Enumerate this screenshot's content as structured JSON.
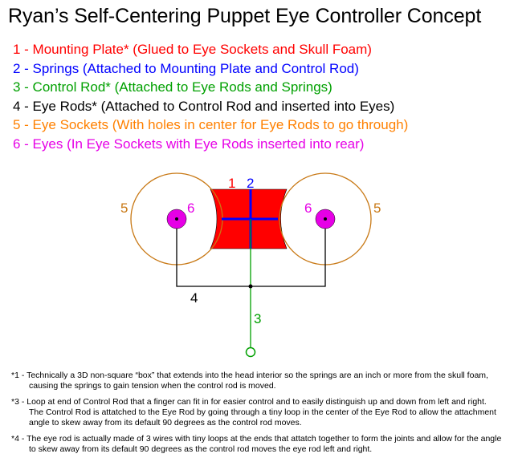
{
  "title": "Ryan’s Self-Centering Puppet Eye Controller Concept",
  "legend": [
    {
      "text": "1 - Mounting Plate* (Glued to Eye Sockets and Skull Foam)",
      "color": "#ff0000"
    },
    {
      "text": "2 - Springs (Attached to Mounting Plate and Control Rod)",
      "color": "#0000ff"
    },
    {
      "text": "3 - Control Rod* (Attached to Eye Rods and Springs)",
      "color": "#00a000"
    },
    {
      "text": "4 - Eye Rods* (Attached to Control Rod and inserted into Eyes)",
      "color": "#000000"
    },
    {
      "text": "5 - Eye Sockets (With holes in center for Eye Rods to go through)",
      "color": "#ff8000"
    },
    {
      "text": "6 - Eyes (In Eye Sockets with Eye Rods inserted into rear)",
      "color": "#e600e6"
    }
  ],
  "diagram": {
    "labels": {
      "plate": "1",
      "springs": "2",
      "control_rod": "3",
      "eye_rods": "4",
      "socket_left": "5",
      "socket_right": "5",
      "eye_left": "6",
      "eye_right": "6"
    },
    "colors": {
      "plate": "#ff0000",
      "springs": "#0000ff",
      "control_rod": "#00a000",
      "eye_rods": "#000000",
      "sockets": "#c87814",
      "eyes": "#e600e6"
    }
  },
  "notes": [
    "*1 - Technically a 3D non-square “box” that extends into the head interior so the springs are an inch or more from the skull foam, causing the springs to gain tension when the control rod is moved.",
    "*3 - Loop at end of Control Rod that a finger can fit in for easier control and to easily distinguish up and down from left and right.  The Control Rod is attatched to the Eye Rod by going through a tiny loop in the center of the Eye Rod to allow the attachment angle to skew away from its default 90 degrees as the control rod moves.",
    "*4 - The eye rod is actually made of 3 wires with tiny loops at the ends that attatch together to form the joints and allow for the angle to skew away from its default 90 degrees as the control rod moves the eye rod left and right."
  ]
}
